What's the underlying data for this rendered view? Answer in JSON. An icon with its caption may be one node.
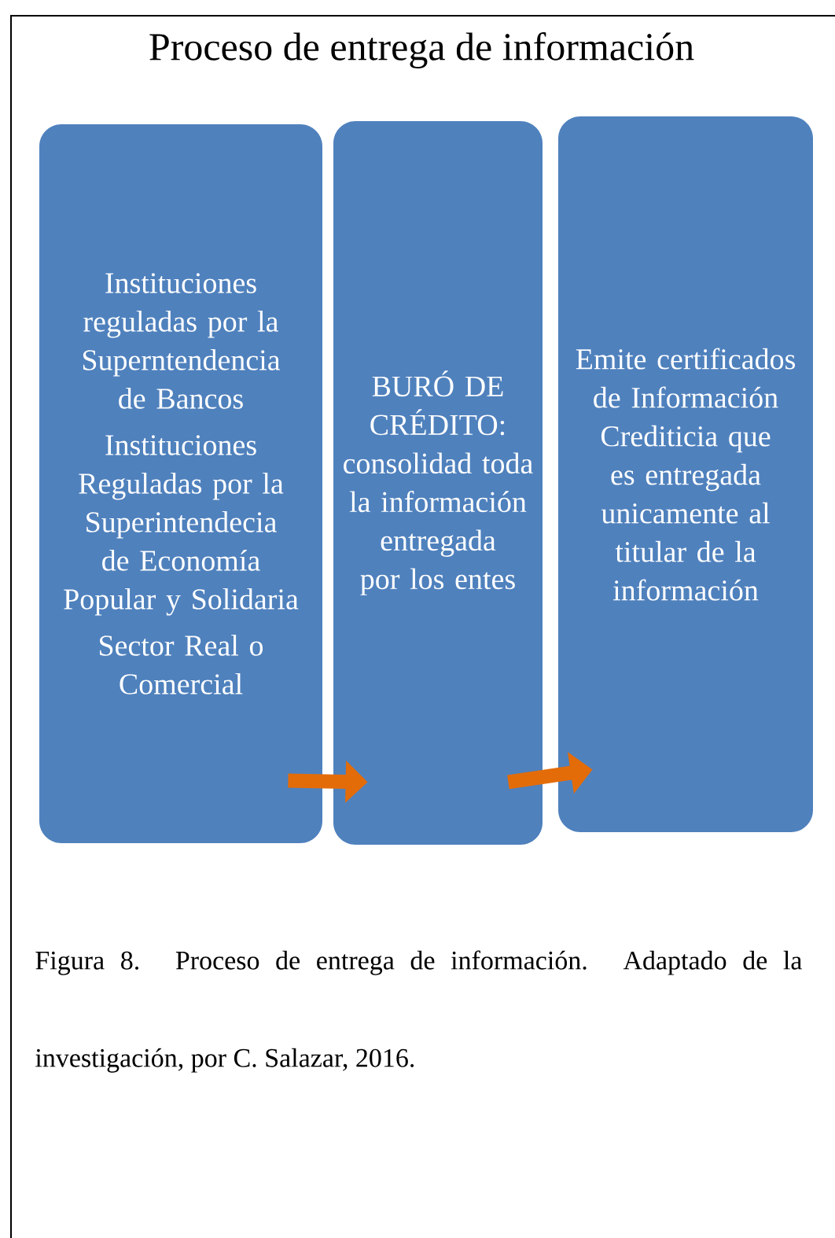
{
  "diagram": {
    "title": "Proceso de entrega de información",
    "nodes": [
      {
        "text": [
          "Instituciones reguladas por la Superntendencia de Bancos",
          "Instituciones Reguladas por la Superintendecia de Economía Popular y Solidaria",
          "Sector Real o Comercial"
        ]
      },
      {
        "text": [
          "BURÓ DE CRÉDITO: consolidad toda la información entregada por los entes"
        ]
      },
      {
        "text": [
          "Emite certificados de Información Crediticia  que es entregada unicamente al titular de la información"
        ]
      }
    ],
    "edges": [
      {
        "from": 0,
        "to": 1,
        "arrow": "to"
      },
      {
        "from": 1,
        "to": 2,
        "arrow": "to"
      }
    ],
    "caption": "Figura 8. Proceso de entrega de información. Adaptado de la investigación, por C. Salazar, 2016."
  }
}
